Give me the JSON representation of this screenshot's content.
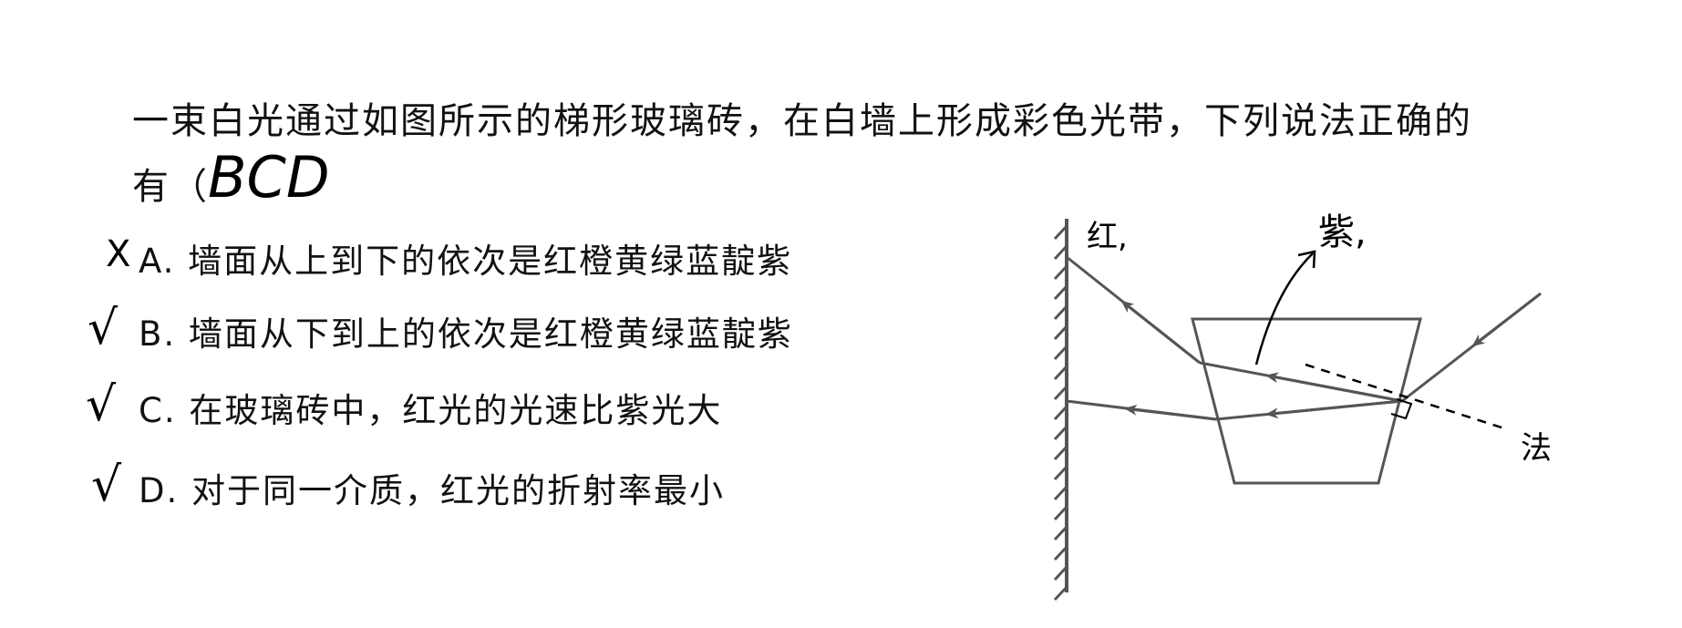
{
  "question": {
    "line1": "一束白光通过如图所示的梯形玻璃砖，在白墙上形成彩色光带，下列说法正确的",
    "line2_prefix": "有（",
    "handwritten_answer": "BCD"
  },
  "options": [
    {
      "mark": "X",
      "text": "A. 墙面从上到下的依次是红橙黄绿蓝靛紫"
    },
    {
      "mark": "√",
      "text": "B. 墙面从下到上的依次是红橙黄绿蓝靛紫"
    },
    {
      "mark": "√",
      "text": "C. 在玻璃砖中，红光的光速比紫光大"
    },
    {
      "mark": "√",
      "text": "D. 对于同一介质，红光的折射率最小"
    }
  ],
  "annotations": {
    "top_wall": "红,",
    "arrow_label": "紫,",
    "normal_label": "法"
  }
}
